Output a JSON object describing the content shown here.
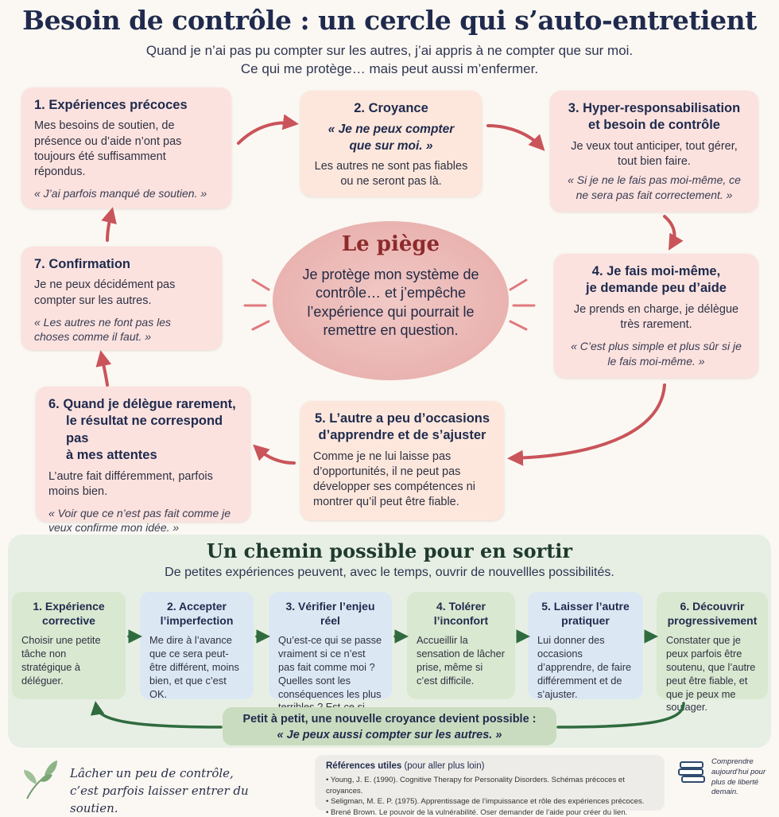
{
  "header": {
    "title": "Besoin de contrôle : un cercle qui s’auto-entretient",
    "subtitle_1": "Quand je n’ai pas pu compter sur les autres, j’ai appris à ne compter que sur moi.",
    "subtitle_2": "Ce qui me protège… mais peut aussi m’enfermer."
  },
  "cycle": {
    "step1": {
      "title": "1. Expériences précoces",
      "body": "Mes besoins de soutien, de présence ou d’aide n’ont pas toujours été suffisamment répondus.",
      "quote": "« J’ai parfois manqué de soutien. »"
    },
    "step2": {
      "title": "2. Croyance",
      "quote_1": "« Je ne peux compter",
      "quote_2": "que sur moi. »",
      "body": "Les autres ne sont pas fiables ou ne seront pas là."
    },
    "step3": {
      "title_1": "3. Hyper-responsabilisation",
      "title_2": "et besoin de contrôle",
      "body": "Je veux tout anticiper, tout gérer, tout bien faire.",
      "quote": "« Si je ne le fais pas moi-même, ce ne sera pas fait correctement. »"
    },
    "step4": {
      "title_1": "4. Je fais moi-même,",
      "title_2": "je demande peu d’aide",
      "body": "Je prends en charge, je délègue très rarement.",
      "quote": "« C’est plus simple et plus sûr si je le fais moi-même. »"
    },
    "step5": {
      "title_1": "5. L’autre a peu d’occasions",
      "title_2": "d’apprendre et de s’ajuster",
      "body": "Comme je ne lui laisse pas d’opportunités, il ne peut pas développer ses compétences ni montrer qu’il peut être fiable."
    },
    "step6": {
      "title_1": "6. Quand je délègue rarement,",
      "title_2": "le résultat ne correspond pas",
      "title_3": "à mes attentes",
      "body": "L’autre fait différemment, parfois moins bien.",
      "quote": "« Voir que ce n’est pas fait comme je veux confirme mon idée. »"
    },
    "step7": {
      "title": "7. Confirmation",
      "body": "Je ne peux décidément pas compter sur les autres.",
      "quote": "« Les autres ne font pas les choses comme il faut. »"
    }
  },
  "trap": {
    "title": "Le piège",
    "text": "Je protège mon système de contrôle… et j’empêche l’expérience qui pourrait le remettre en question."
  },
  "escape": {
    "title": "Un chemin possible pour en sortir",
    "subtitle": "De petites expériences peuvent, avec le temps, ouvrir de nouvellles possibilités.",
    "steps": [
      {
        "title": "1. Expérience corrective",
        "body": "Choisir une petite tâche non stratégique à déléguer."
      },
      {
        "title": "2. Accepter l’imperfection",
        "body": "Me dire à l’avance que ce sera peut-être différent, moins bien, et que c’est OK."
      },
      {
        "title": "3. Vérifier l’enjeu réel",
        "body": "Qu’est-ce qui se passe vraiment si ce n’est pas fait comme moi ? Quelles sont les conséquences les plus terribles ? Est-ce si grave ?"
      },
      {
        "title": "4. Tolérer l’inconfort",
        "body": "Accueillir la sensation de lâcher prise, même si c’est difficile."
      },
      {
        "title": "5. Laisser l’autre pratiquer",
        "body": "Lui donner des occasions d’apprendre, de faire différemment et de s’ajuster."
      },
      {
        "title": "6. Découvrir progressivement",
        "body": "Constater que je peux parfois être soutenu, que l’autre peut être fiable, et que je peux me soulager."
      }
    ],
    "belief_line_1": "Petit à petit, une nouvelle croyance devient possible :",
    "belief_line_2": "« Je peux aussi compter sur les autres. »"
  },
  "footer": {
    "quote_1": "Lâcher un peu de contrôle,",
    "quote_2": "c’est parfois laisser entrer du soutien.",
    "refs_title": "Références utiles",
    "refs_title_suffix": "(pour aller plus loin)",
    "refs": [
      "Young, J. E. (1990). Cognitive Therapy for Personality Disorders. Schémas précoces et croyances.",
      "Seligman, M. E. P. (1975). Apprentissage de l’impuissance et rôle des expériences précoces.",
      "Brené Brown. Le pouvoir de la vulnérabilité. Oser demander de l’aide pour créer du lien."
    ],
    "side_note": "Comprendre aujourd’hui pour plus de liberté demain.",
    "leaf_icon": "leaf-icon",
    "books_icon": "books-icon"
  },
  "colors": {
    "navy": "#1f2a4d",
    "arrow_red": "#c9545a",
    "arrow_green": "#2f6b3f",
    "card_pink": "#fbe2df",
    "card_green": "#d9e8d0",
    "card_blue": "#dbe7f3"
  }
}
